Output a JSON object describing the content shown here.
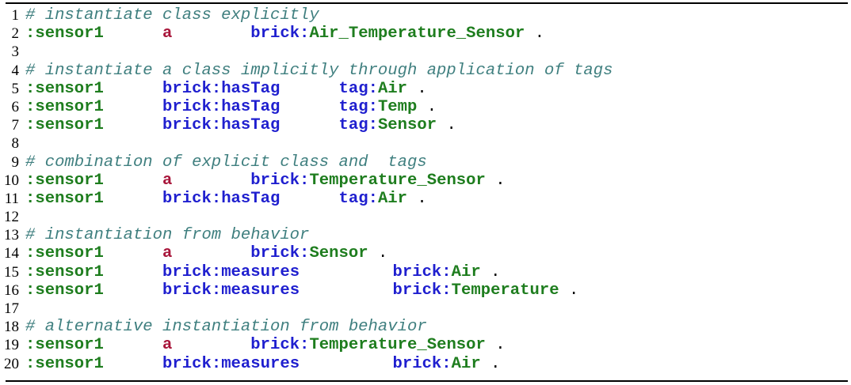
{
  "listing": {
    "lines": [
      {
        "n": "1",
        "comment": "# instantiate class explicitly"
      },
      {
        "n": "2",
        "subj": ":sensor1",
        "pred_pfx": "",
        "pred": "a",
        "obj_pfx": "brick:",
        "obj": "Air_Temperature_Sensor",
        "end": "."
      },
      {
        "n": "3"
      },
      {
        "n": "4",
        "comment": "# instantiate a class implicitly through application of tags"
      },
      {
        "n": "5",
        "subj": ":sensor1",
        "pred_pfx": "brick:",
        "pred": "hasTag",
        "obj_pfx": "tag:",
        "obj": "Air",
        "end": "."
      },
      {
        "n": "6",
        "subj": ":sensor1",
        "pred_pfx": "brick:",
        "pred": "hasTag",
        "obj_pfx": "tag:",
        "obj": "Temp",
        "end": "."
      },
      {
        "n": "7",
        "subj": ":sensor1",
        "pred_pfx": "brick:",
        "pred": "hasTag",
        "obj_pfx": "tag:",
        "obj": "Sensor",
        "end": "."
      },
      {
        "n": "8"
      },
      {
        "n": "9",
        "comment": "# combination of explicit class and  tags"
      },
      {
        "n": "10",
        "subj": ":sensor1",
        "pred_pfx": "",
        "pred": "a",
        "obj_pfx": "brick:",
        "obj": "Temperature_Sensor",
        "end": "."
      },
      {
        "n": "11",
        "subj": ":sensor1",
        "pred_pfx": "brick:",
        "pred": "hasTag",
        "obj_pfx": "tag:",
        "obj": "Air",
        "end": "."
      },
      {
        "n": "12"
      },
      {
        "n": "13",
        "comment": "# instantiation from behavior"
      },
      {
        "n": "14",
        "subj": ":sensor1",
        "pred_pfx": "",
        "pred": "a",
        "obj_pfx": "brick:",
        "obj": "Sensor",
        "end": "."
      },
      {
        "n": "15",
        "subj": ":sensor1",
        "pred_pfx": "brick:",
        "pred": "measures",
        "obj_pfx": "brick:",
        "obj": "Air",
        "end": "."
      },
      {
        "n": "16",
        "subj": ":sensor1",
        "pred_pfx": "brick:",
        "pred": "measures",
        "obj_pfx": "brick:",
        "obj": "Temperature",
        "end": "."
      },
      {
        "n": "17"
      },
      {
        "n": "18",
        "comment": "# alternative instantiation from behavior"
      },
      {
        "n": "19",
        "subj": ":sensor1",
        "pred_pfx": "",
        "pred": "a",
        "obj_pfx": "brick:",
        "obj": "Temperature_Sensor",
        "end": "."
      },
      {
        "n": "20",
        "subj": ":sensor1",
        "pred_pfx": "brick:",
        "pred": "measures",
        "obj_pfx": "brick:",
        "obj": "Air",
        "end": "."
      }
    ]
  },
  "colors": {
    "comment": "#3f7f7f",
    "subject": "#1e7d1e",
    "keyword": "#1f1fcf",
    "type_a": "#a8153a"
  }
}
